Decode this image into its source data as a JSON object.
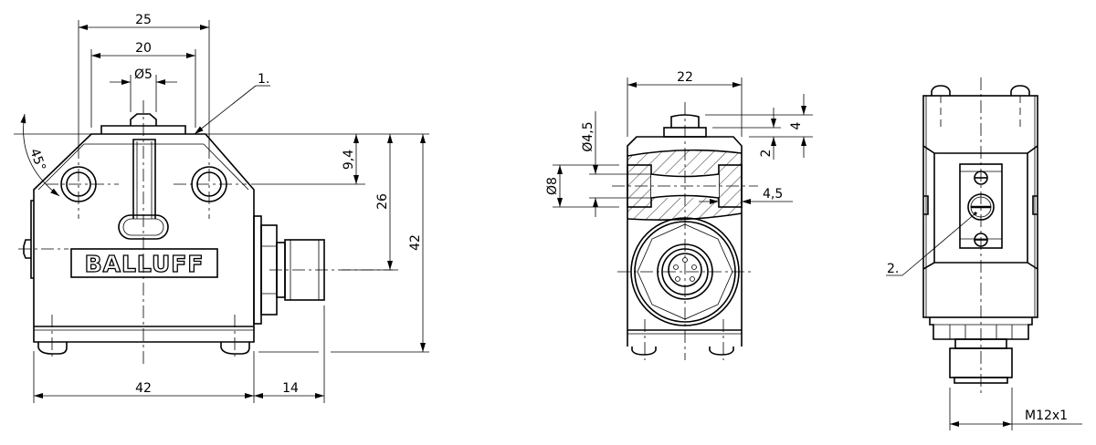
{
  "front_view": {
    "dimensions": {
      "width_25": "25",
      "width_20": "20",
      "diameter_5": "Ø5",
      "angle": "45°",
      "height_9_4": "9,4",
      "height_26": "26",
      "height_42": "42",
      "width_42": "42",
      "width_14": "14"
    },
    "callout": "1.",
    "logo": "BALLUFF"
  },
  "side_view": {
    "dimensions": {
      "width_22": "22",
      "diameter_4_5": "Ø4,5",
      "diameter_8": "Ø8",
      "depth_4_5": "4,5",
      "height_4": "4",
      "height_2": "2"
    }
  },
  "rear_view": {
    "callout": "2.",
    "thread": "M12x1"
  },
  "colors": {
    "line": "#000000",
    "background": "#ffffff"
  }
}
